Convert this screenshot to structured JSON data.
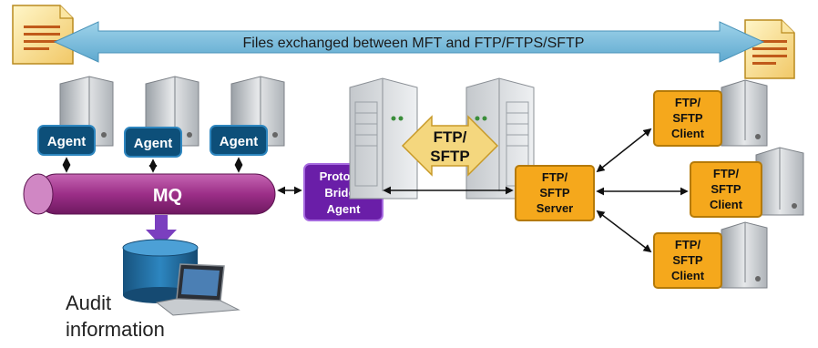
{
  "banner": {
    "label": "Files exchanged between MFT and FTP/FTPS/SFTP"
  },
  "agents": [
    {
      "label": "Agent"
    },
    {
      "label": "Agent"
    },
    {
      "label": "Agent"
    }
  ],
  "mq": {
    "label": "MQ"
  },
  "bridge": {
    "line1": "Protocol",
    "line2": "Bridge",
    "line3": "Agent"
  },
  "protocol_arrow": {
    "line1": "FTP/",
    "line2": "SFTP"
  },
  "server": {
    "line1": "FTP/",
    "line2": "SFTP",
    "line3": "Server"
  },
  "clients": [
    {
      "line1": "FTP/",
      "line2": "SFTP",
      "line3": "Client"
    },
    {
      "line1": "FTP/",
      "line2": "SFTP",
      "line3": "Client"
    },
    {
      "line1": "FTP/",
      "line2": "SFTP",
      "line3": "Client"
    }
  ],
  "audit": {
    "line1": "Audit",
    "line2": "information"
  },
  "icons": {
    "document": "document-icon",
    "server": "server-tower-icon",
    "database": "database-icon",
    "laptop": "laptop-icon"
  },
  "colors": {
    "banner_arrow": "#6cb8d8",
    "agent_box": "#0d4f79",
    "mq_pipe": "#a23a8f",
    "bridge_box": "#6a1ea8",
    "ftp_box": "#f5a81c",
    "protocol_arrow": "#f4d77e",
    "database": "#1f6aa0",
    "audit_arrow": "#7b3fbf"
  }
}
